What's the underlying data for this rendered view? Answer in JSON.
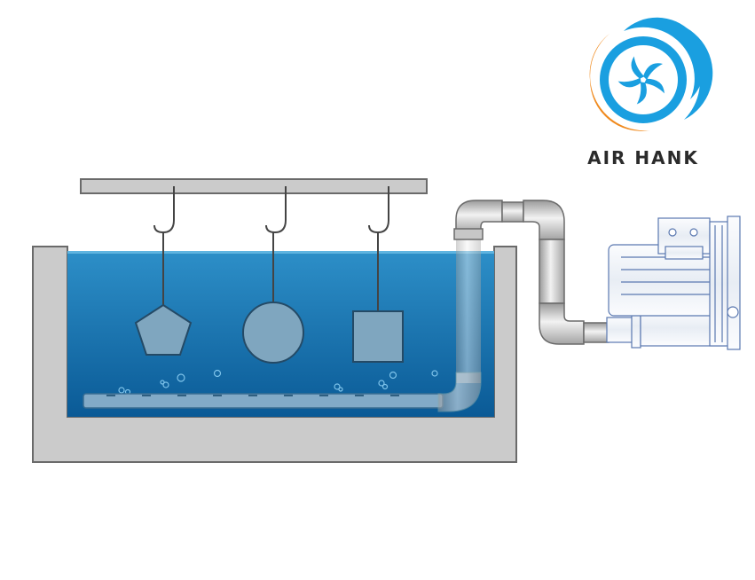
{
  "brand": {
    "name": "AIR HANK",
    "logo_colors": {
      "blue": "#1a9fe0",
      "orange": "#f08a1e"
    }
  },
  "scene": {
    "tank_color": "#cbcbcb",
    "water_top_color": "#2d8fc8",
    "water_bottom_color": "#0a5a96",
    "part_color": "#7fa6bf",
    "parts": [
      {
        "shape": "pentagon"
      },
      {
        "shape": "circle"
      },
      {
        "shape": "square"
      }
    ],
    "blower_color": "#f3f6fa",
    "blower_outline": "#5a78b0",
    "pipe_color": "#d0d0d0"
  }
}
